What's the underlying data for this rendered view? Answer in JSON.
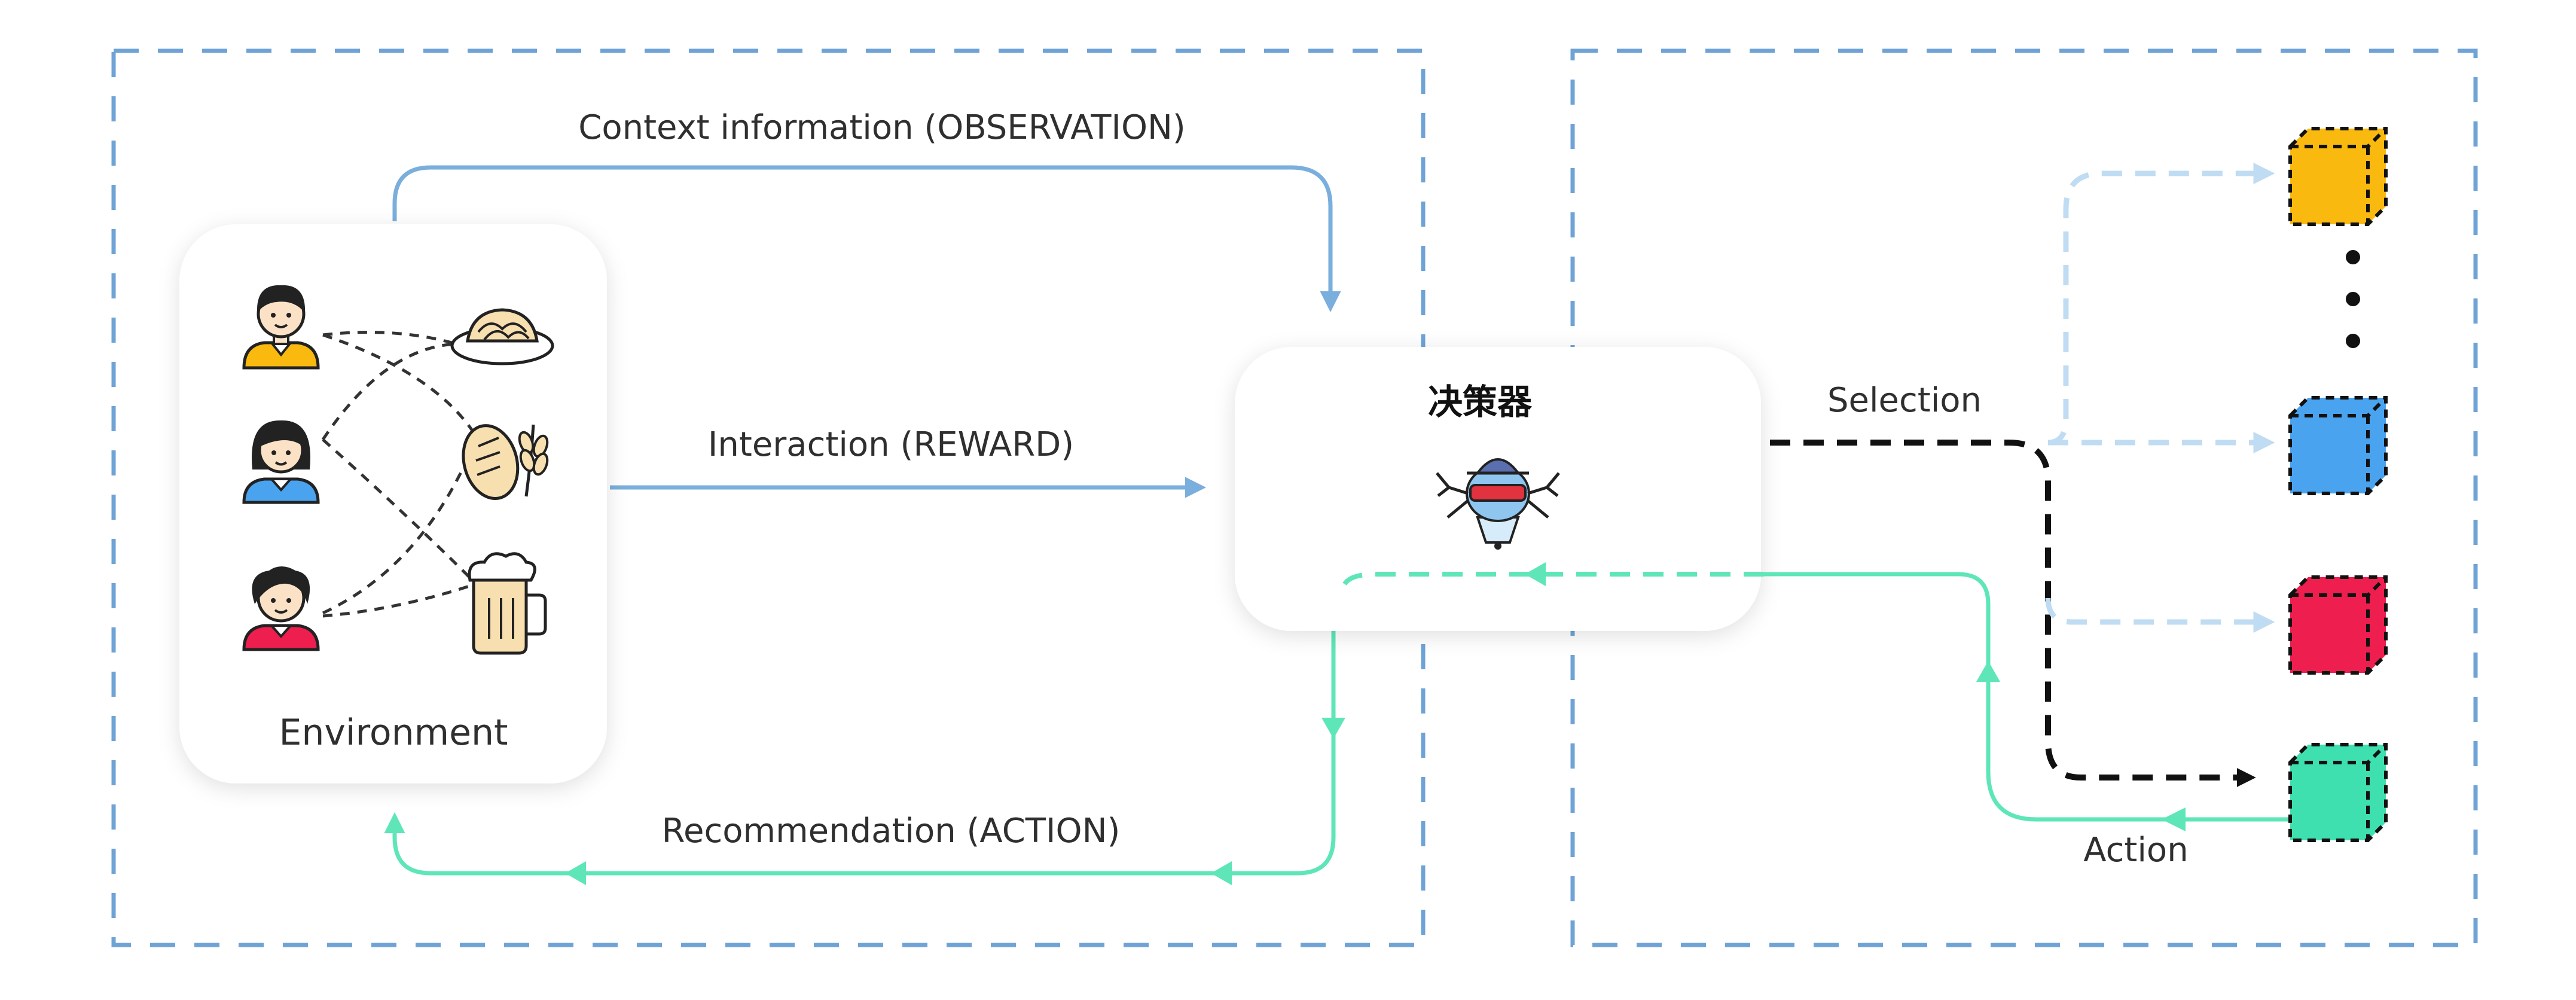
{
  "labels": {
    "observation": "Context information (OBSERVATION)",
    "reward": "Interaction (REWARD)",
    "action_rec": "Recommendation (ACTION)",
    "environment": "Environment",
    "decider": "决策器",
    "selection": "Selection",
    "action": "Action"
  },
  "icons": {
    "user_1": "man-yellow-shirt-icon",
    "user_2": "woman-blue-shirt-icon",
    "user_3": "man-red-shirt-icon",
    "item_1": "pasta-bowl-icon",
    "item_2": "bread-wheat-icon",
    "item_3": "beer-mug-icon",
    "agent": "robot-agent-icon"
  },
  "colors": {
    "frame": "#6fa3d6",
    "observation_arrow": "#7aaedc",
    "reward_arrow": "#7aaedc",
    "action_arrow": "#5ee6b8",
    "selection_arrow": "#111111",
    "faded_arrow": "#bfdcf2",
    "cube_yellow": "#f9b90f",
    "cube_blue": "#4aa3ef",
    "cube_red": "#ee1e4f",
    "cube_green": "#3fe0b0"
  }
}
